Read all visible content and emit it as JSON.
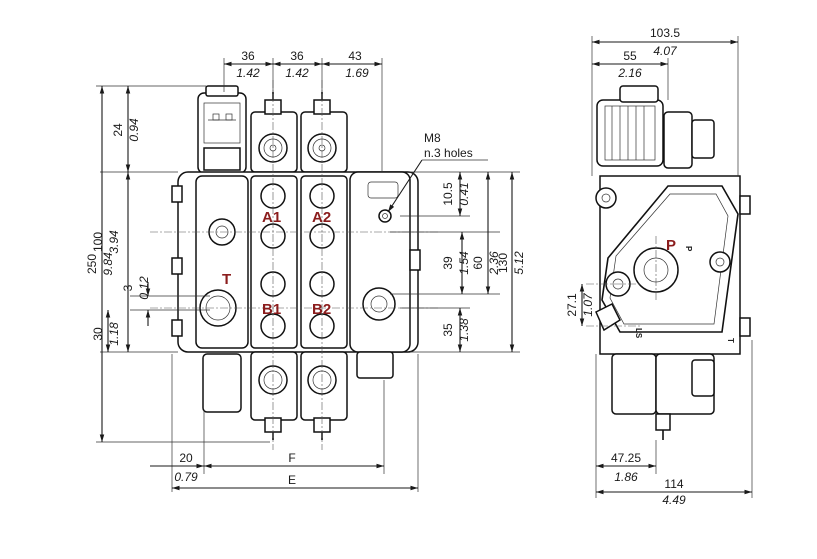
{
  "front": {
    "top_dims": [
      {
        "mm": "36",
        "inch": "1.42"
      },
      {
        "mm": "36",
        "inch": "1.42"
      },
      {
        "mm": "43",
        "inch": "1.69"
      }
    ],
    "left_dims": {
      "d24": {
        "mm": "24",
        "inch": "0.94"
      },
      "d250": {
        "mm": "250",
        "inch": "9.84"
      },
      "d100": {
        "mm": "100",
        "inch": "3.94"
      },
      "d3": {
        "mm": "3",
        "inch": "0.12"
      },
      "d30": {
        "mm": "30",
        "inch": "1.18"
      }
    },
    "right_dims": {
      "d10_5": {
        "mm": "10.5",
        "inch": "0.41"
      },
      "d39": {
        "mm": "39",
        "inch": "1.54"
      },
      "d60": {
        "mm": "60",
        "inch": "2.36"
      },
      "d130": {
        "mm": "130",
        "inch": "5.12"
      },
      "d35": {
        "mm": "35",
        "inch": "1.38"
      }
    },
    "callout": {
      "line1": "M8",
      "line2": "n.3 holes"
    },
    "ports": {
      "a1": "A1",
      "a2": "A2",
      "b1": "B1",
      "b2": "B2",
      "t": "T"
    },
    "bottom_dims": {
      "d20": {
        "mm": "20",
        "inch": "0.79"
      },
      "f": "F",
      "e": "E"
    }
  },
  "side": {
    "top_dims": {
      "d103_5": {
        "mm": "103.5",
        "inch": "4.07"
      },
      "d55": {
        "mm": "55",
        "inch": "2.16"
      }
    },
    "left_dims": {
      "d27_1": {
        "mm": "27.1",
        "inch": "1.07"
      }
    },
    "bottom_dims": {
      "d47_25": {
        "mm": "47.25",
        "inch": "1.86"
      },
      "d114": {
        "mm": "114",
        "inch": "4.49"
      }
    },
    "labels": {
      "p": "P",
      "ls": "LS",
      "small_p": "P",
      "small_t": "T"
    }
  }
}
